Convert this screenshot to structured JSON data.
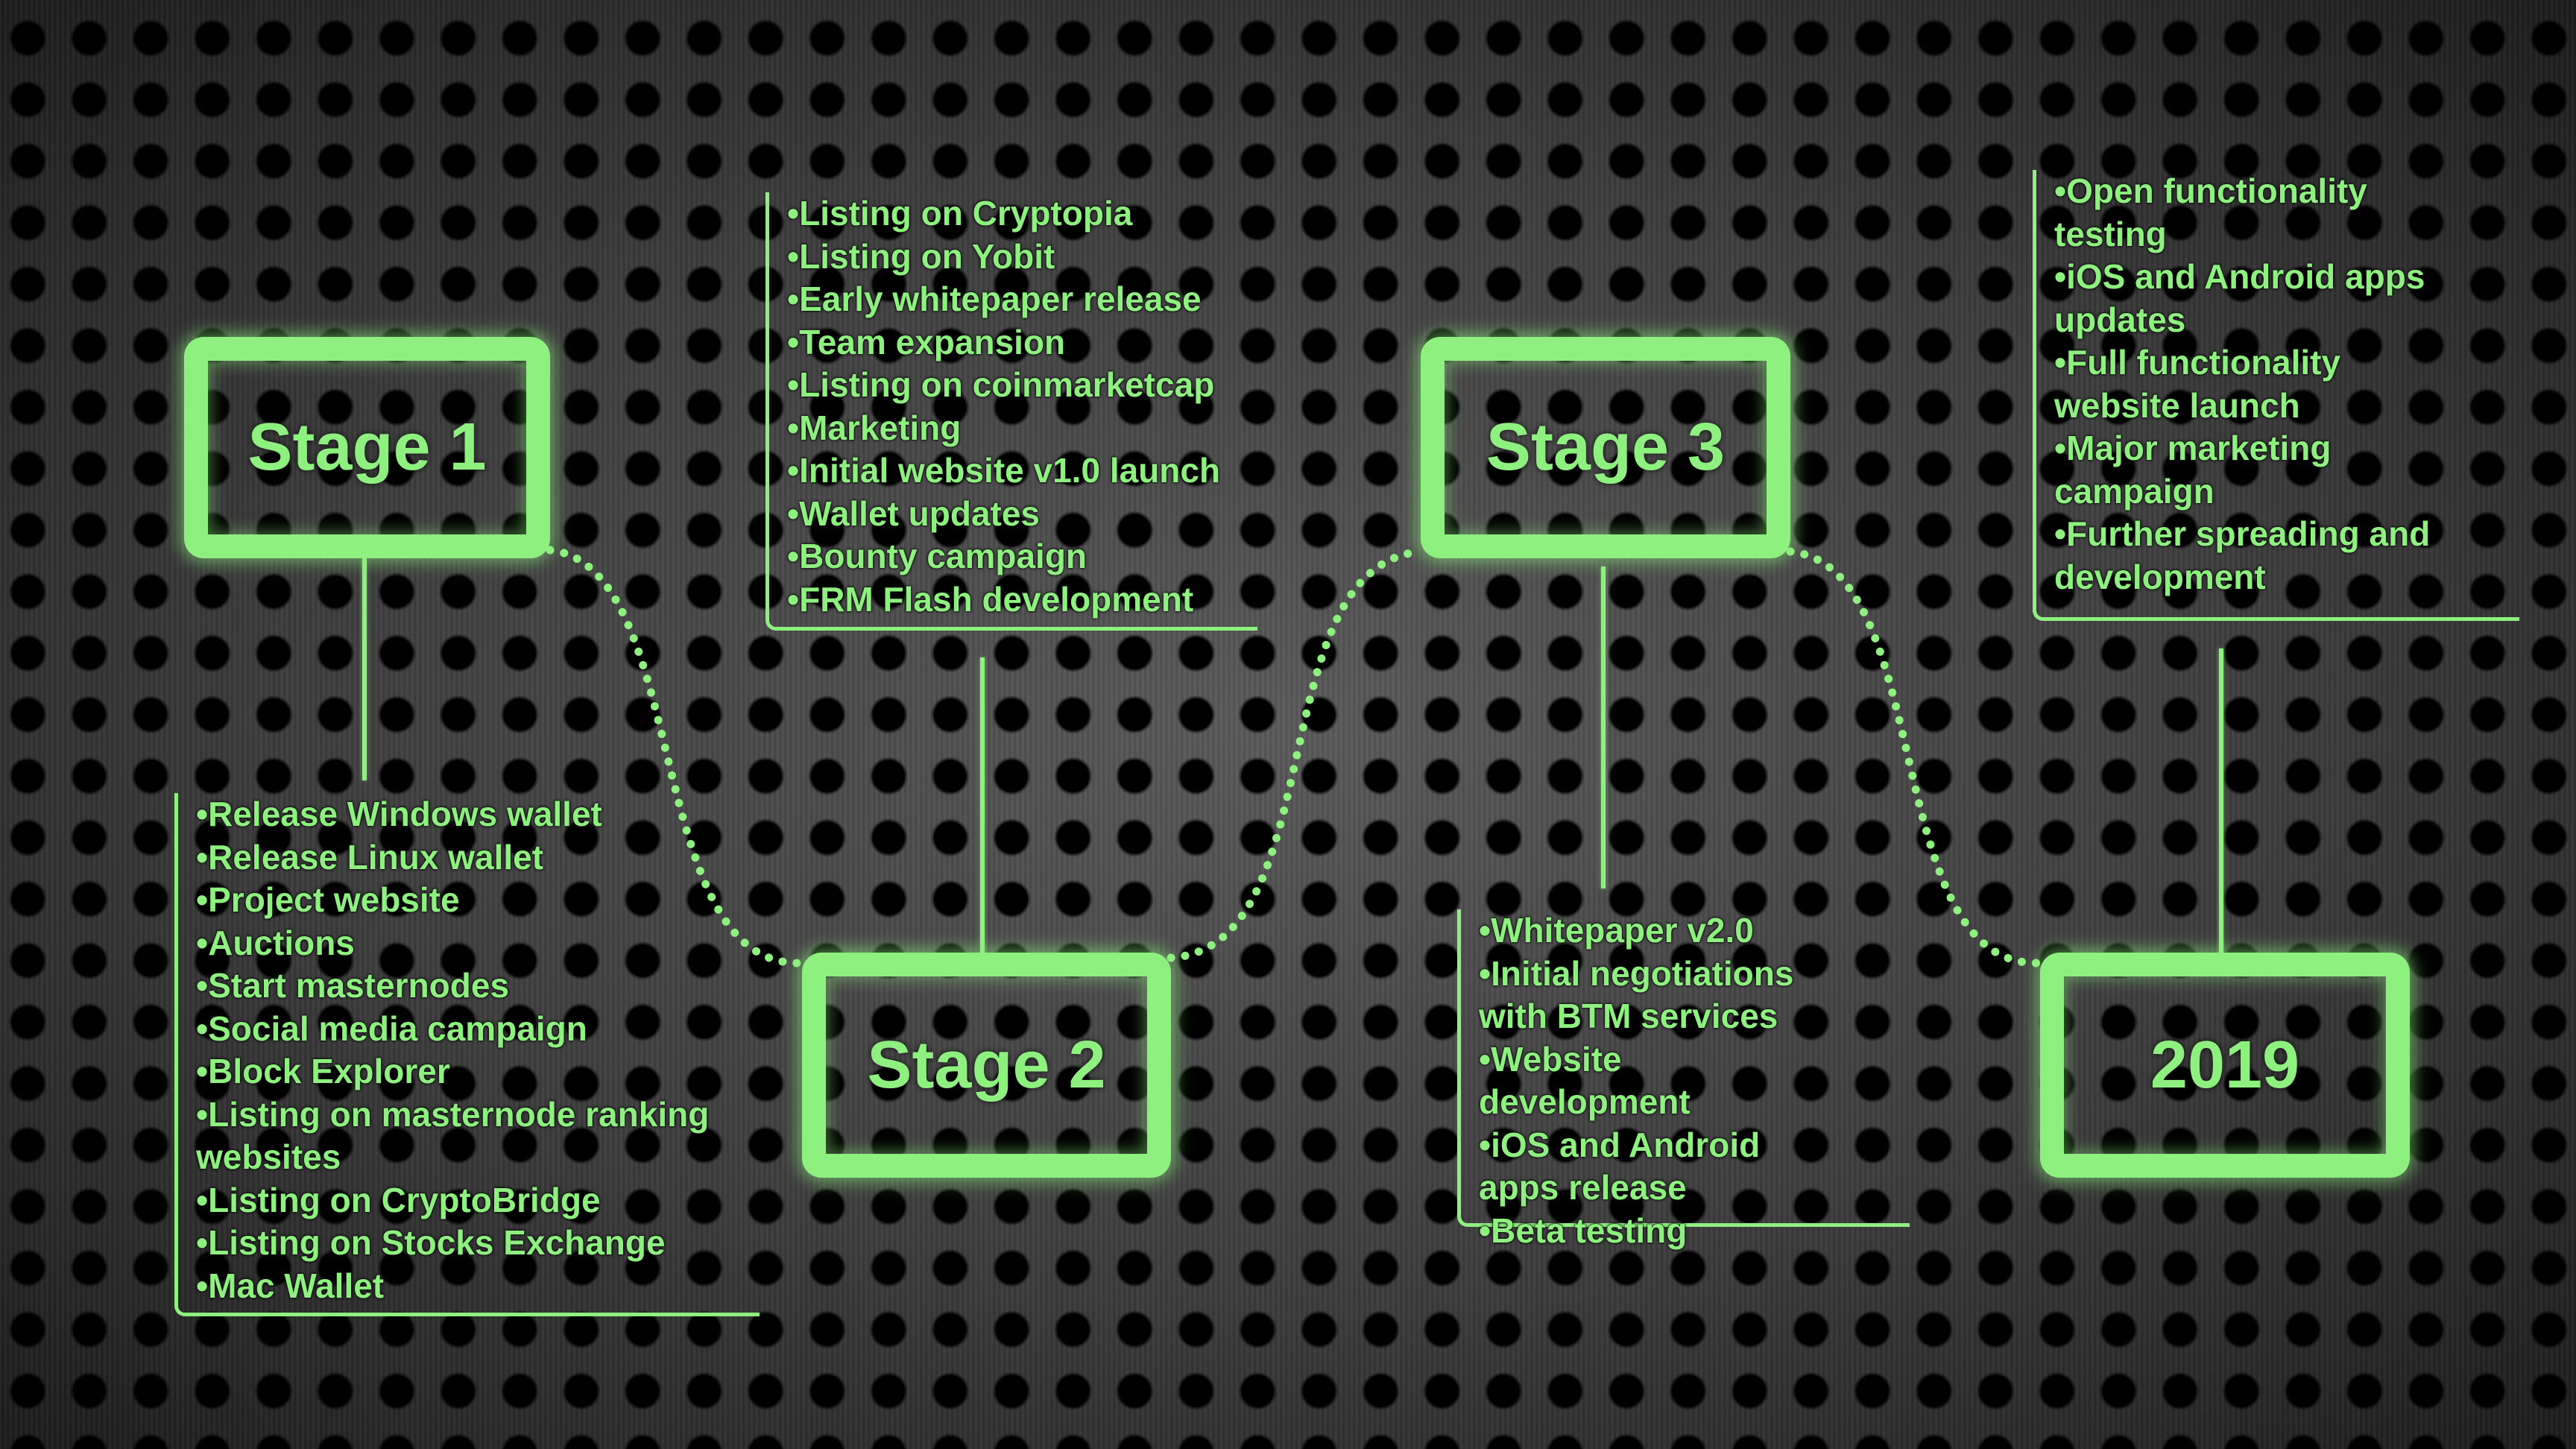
{
  "stages": [
    {
      "title": "Stage 1",
      "items": [
        "Release Windows wallet",
        "Release Linux wallet",
        "Project website",
        "Auctions",
        "Start masternodes",
        "Social media campaign",
        "Block Explorer",
        "Listing on masternode ranking websites",
        "Listing on CryptoBridge",
        "Listing on Stocks Exchange",
        "Mac Wallet"
      ]
    },
    {
      "title": "Stage 2",
      "items": [
        "Listing on Cryptopia",
        "Listing on Yobit",
        "Early whitepaper release",
        "Team expansion",
        "Listing on coinmarketcap",
        "Marketing",
        "Initial website v1.0 launch",
        "Wallet updates",
        "Bounty campaign",
        "FRM Flash development"
      ]
    },
    {
      "title": "Stage 3",
      "items": [
        "Whitepaper v2.0",
        "Initial negotiations with BTM services",
        "Website development",
        "iOS and Android apps release",
        "Beta testing"
      ]
    },
    {
      "title": "2019",
      "items": [
        "Open functionality testing",
        "iOS and Android apps updates",
        "Full functionality website launch",
        "Major marketing campaign",
        "Further spreading and development"
      ]
    }
  ],
  "colors": {
    "accent": "#8ef07f"
  }
}
